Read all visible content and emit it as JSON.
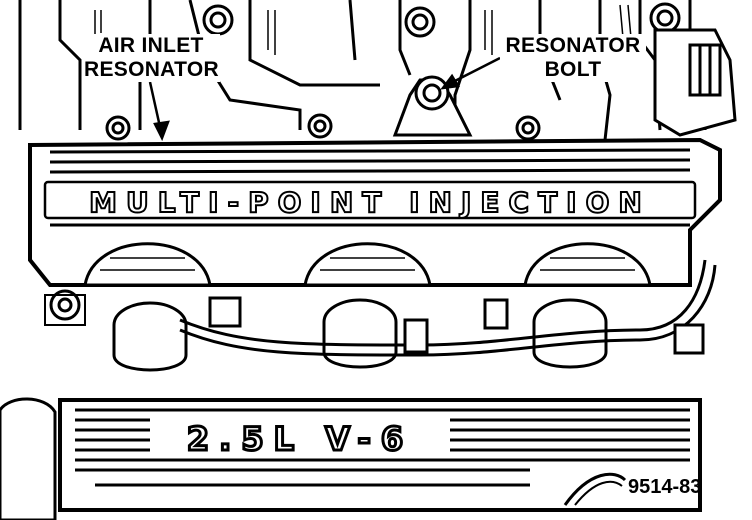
{
  "callouts": {
    "air_inlet_resonator": {
      "line1": "AIR INLET",
      "line2": "RESONATOR"
    },
    "resonator_bolt": {
      "line1": "RESONATOR",
      "line2": "BOLT"
    }
  },
  "resonator_lettering": "MULTI-POINT INJECTION",
  "engine_cover_lettering": "2.5L V-6",
  "figure_number": "9514-83"
}
